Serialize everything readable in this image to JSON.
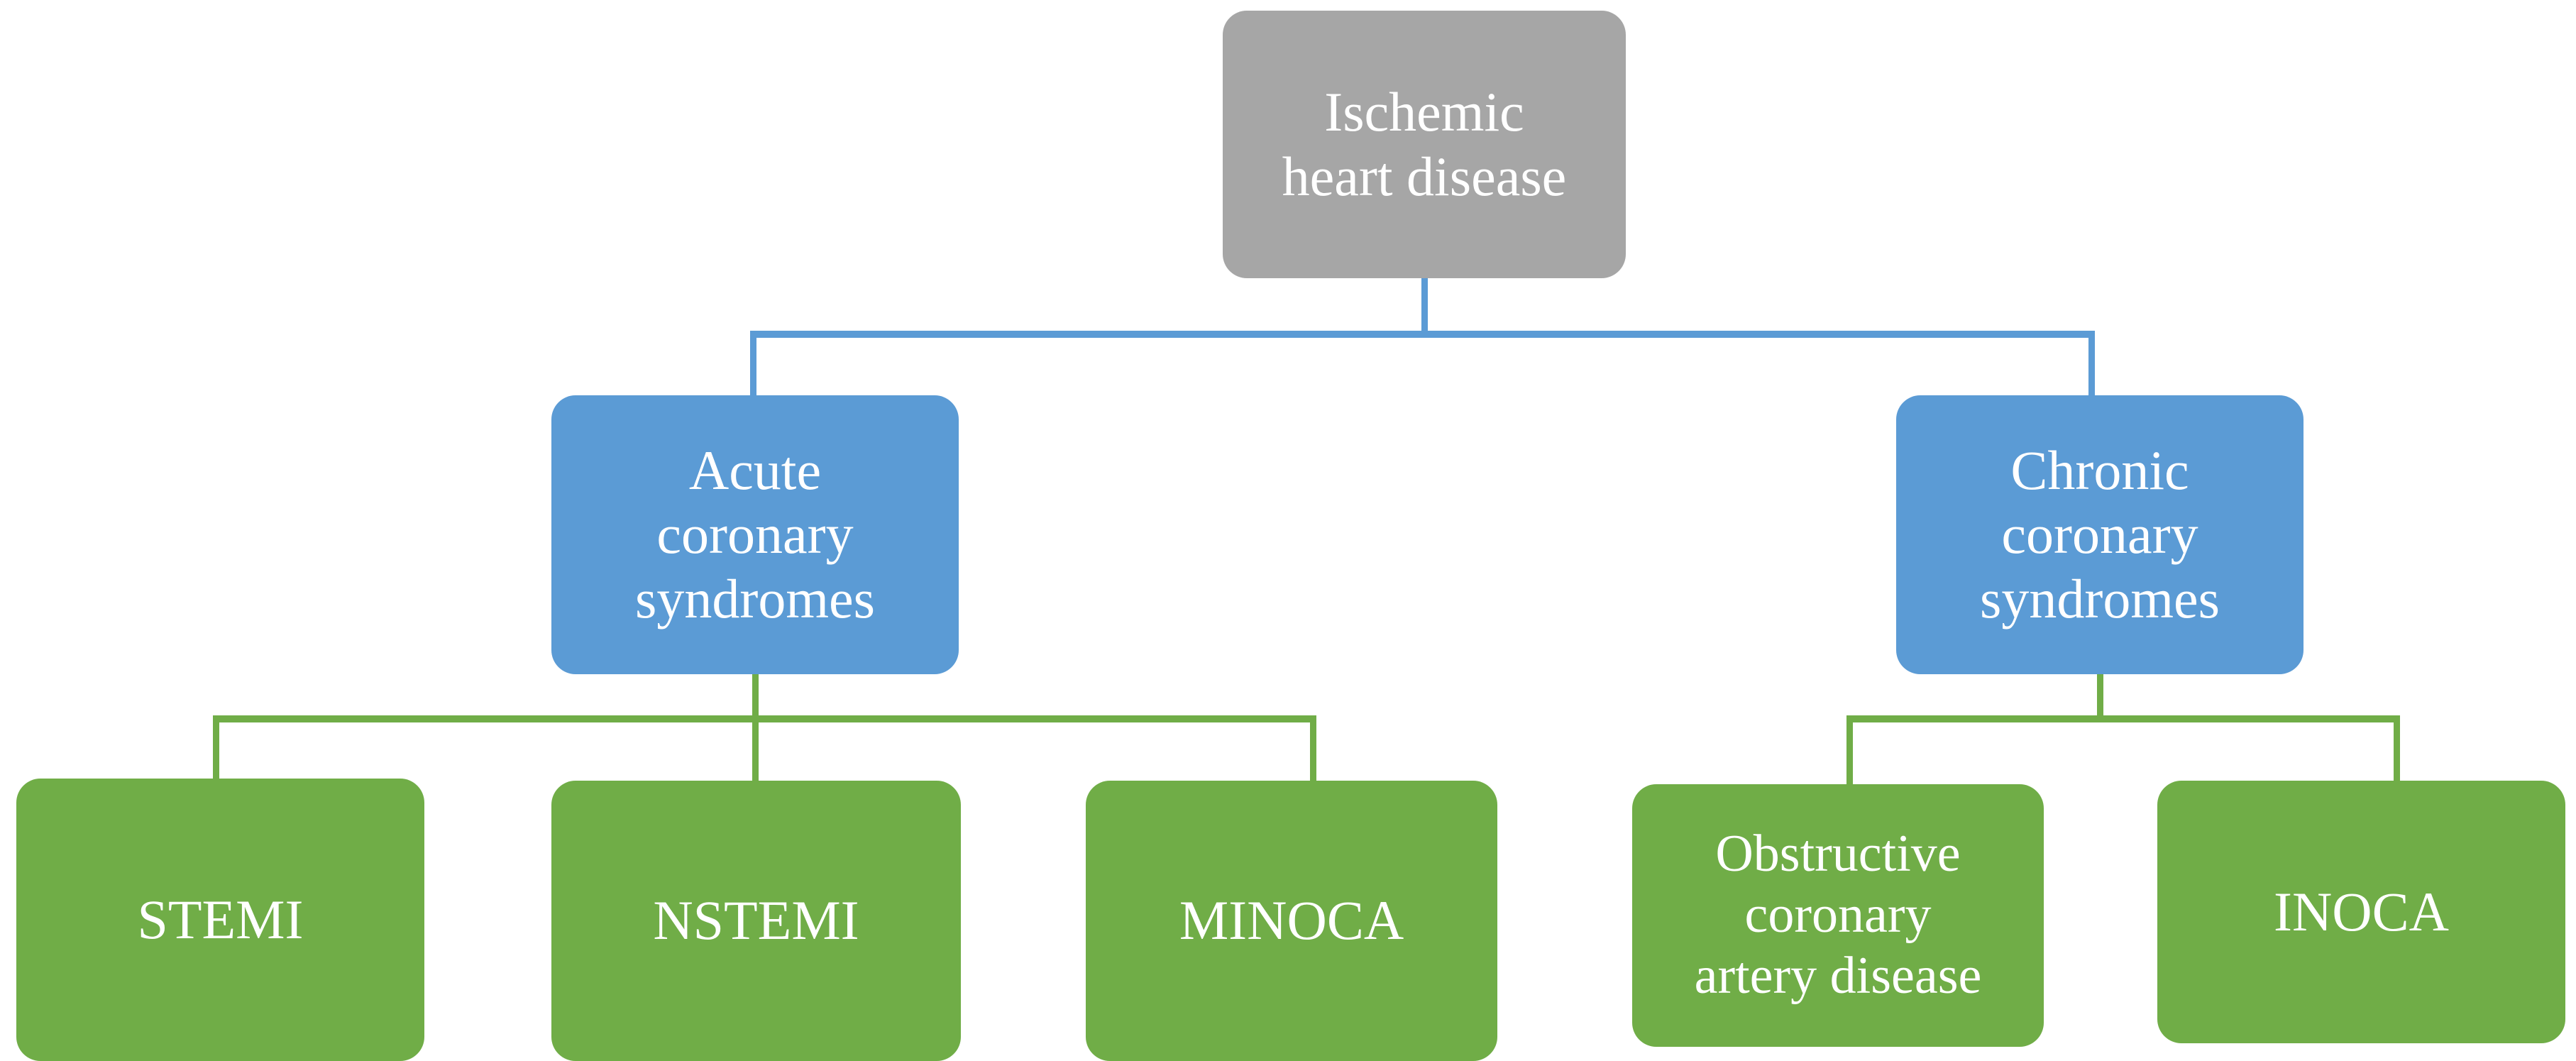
{
  "diagram": {
    "type": "hierarchy-flowchart",
    "title": "Ischemic heart disease classification",
    "palette": {
      "background": "#FFFFFF",
      "root_fill": "#A6A6A6",
      "level2_fill": "#5B9BD5",
      "level3_fill": "#70AD47",
      "text": "#FFFFFF",
      "connector_blue": "#5B9BD5",
      "connector_green": "#70AD47"
    },
    "nodes": {
      "root": {
        "id": "ischemic-heart-disease",
        "label": "Ischemic\nheart disease",
        "level": 1,
        "color": "#A6A6A6"
      },
      "acute_coronary_syndromes": {
        "id": "acute-coronary-syndromes",
        "label": "Acute\ncoronary\nsyndromes",
        "level": 2,
        "color": "#5B9BD5"
      },
      "chronic_coronary_syndromes": {
        "id": "chronic-coronary-syndromes",
        "label": "Chronic\ncoronary\nsyndromes",
        "level": 2,
        "color": "#5B9BD5"
      },
      "stemi": {
        "id": "stemi",
        "label": "STEMI",
        "level": 3,
        "color": "#70AD47"
      },
      "nstemi": {
        "id": "nstemi",
        "label": "NSTEMI",
        "level": 3,
        "color": "#70AD47"
      },
      "minoca": {
        "id": "minoca",
        "label": "MINOCA",
        "level": 3,
        "color": "#70AD47"
      },
      "obstructive_cad": {
        "id": "obstructive-coronary-artery-disease",
        "label": "Obstructive\ncoronary\nartery disease",
        "level": 3,
        "color": "#70AD47"
      },
      "inoca": {
        "id": "inoca",
        "label": "INOCA",
        "level": 3,
        "color": "#70AD47"
      }
    },
    "edges": [
      {
        "from": "ischemic-heart-disease",
        "to": "acute-coronary-syndromes",
        "color": "#5B9BD5"
      },
      {
        "from": "ischemic-heart-disease",
        "to": "chronic-coronary-syndromes",
        "color": "#5B9BD5"
      },
      {
        "from": "acute-coronary-syndromes",
        "to": "stemi",
        "color": "#70AD47"
      },
      {
        "from": "acute-coronary-syndromes",
        "to": "nstemi",
        "color": "#70AD47"
      },
      {
        "from": "acute-coronary-syndromes",
        "to": "minoca",
        "color": "#70AD47"
      },
      {
        "from": "chronic-coronary-syndromes",
        "to": "obstructive-coronary-artery-disease",
        "color": "#70AD47"
      },
      {
        "from": "chronic-coronary-syndromes",
        "to": "inoca",
        "color": "#70AD47"
      }
    ]
  }
}
